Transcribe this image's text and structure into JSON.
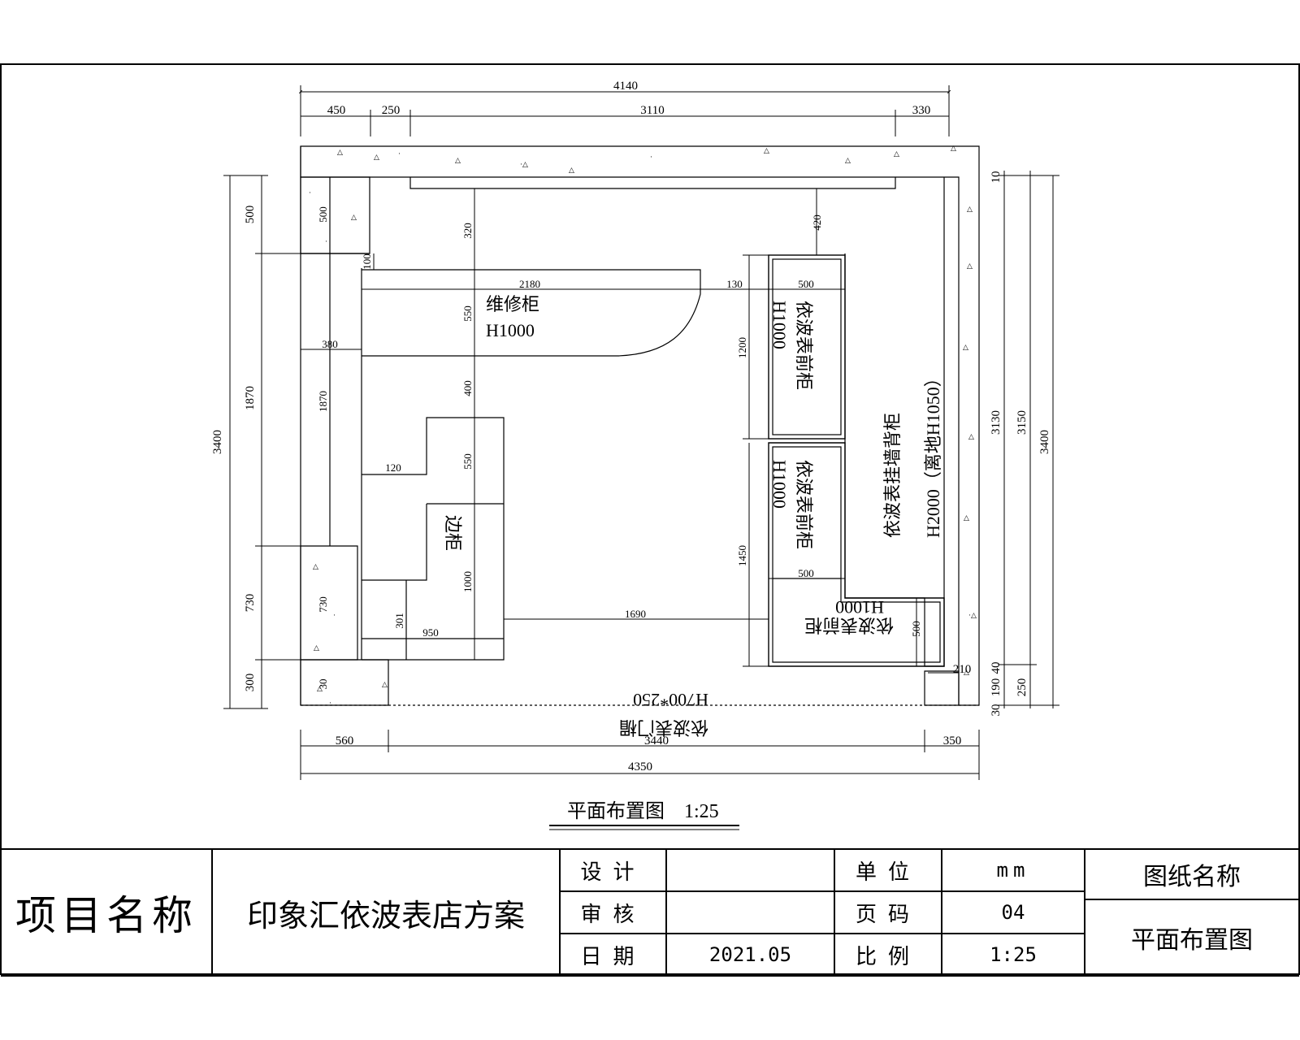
{
  "plan": {
    "caption": "平面布置图",
    "caption_scale": "1:25",
    "dims_top": [
      "4140",
      "450",
      "250",
      "3110",
      "330"
    ],
    "dims_bottom": [
      "560",
      "3440",
      "350",
      "4350"
    ],
    "dims_left": [
      "3400",
      "500",
      "1870",
      "730",
      "300"
    ],
    "dims_right": [
      "10",
      "3130",
      "3150",
      "3400",
      "40",
      "250",
      "190",
      "30"
    ],
    "dims_inner": [
      "500",
      "320",
      "100",
      "2180",
      "130",
      "550",
      "380",
      "1870",
      "400",
      "120",
      "550",
      "1000",
      "301",
      "950",
      "730",
      "30",
      "420",
      "500",
      "1200",
      "1450",
      "500",
      "1690",
      "500",
      "210"
    ],
    "labels": {
      "repair_cabinet": "维修柜",
      "repair_height": "H1000",
      "side_cabinet": "边柜",
      "front_cabinet_1": "依波表前柜",
      "front_cabinet_1_h": "H1000",
      "front_cabinet_2": "依波表前柜",
      "front_cabinet_2_h": "H1000",
      "front_cabinet_3": "依波表前柜",
      "front_cabinet_3_h": "H1000",
      "wall_showcase": "依波表挂墙背柜",
      "wall_showcase_h": "H2000（离地H1050）",
      "door_sign": "依波表门楣",
      "door_sign_size": "H700*250"
    }
  },
  "title_block": {
    "project_label": "项目名称",
    "project_name": "印象汇依波表店方案",
    "design_label": "设计",
    "design_value": "",
    "review_label": "审核",
    "review_value": "",
    "date_label": "日期",
    "date_value": "2021.05",
    "unit_label": "单位",
    "unit_value": "mm",
    "page_label": "页码",
    "page_value": "04",
    "scale_label": "比例",
    "scale_value": "1:25",
    "drawing_name_label": "图纸名称",
    "drawing_name": "平面布置图"
  }
}
